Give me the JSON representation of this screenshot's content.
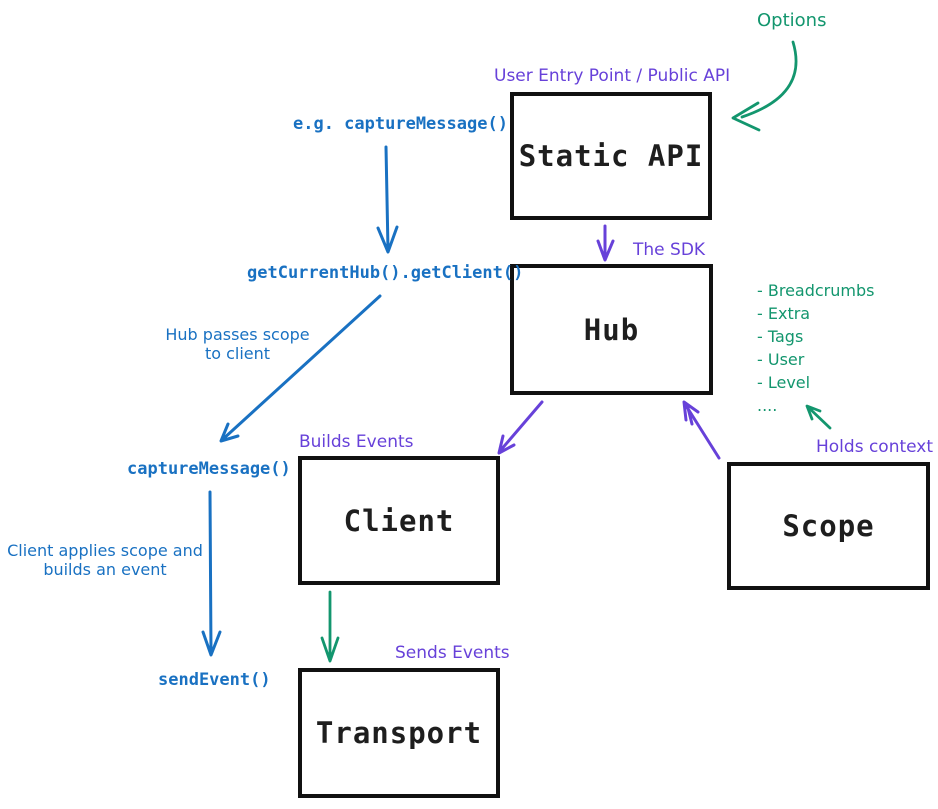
{
  "colors": {
    "blue": "#1971c2",
    "green": "#13966e",
    "purple": "#6741d9",
    "ink": "#111111"
  },
  "boxes": {
    "static_api": "Static API",
    "hub": "Hub",
    "client": "Client",
    "scope": "Scope",
    "transport": "Transport"
  },
  "captions": {
    "options": "Options",
    "user_entry": "User Entry Point / Public API",
    "the_sdk": "The SDK",
    "builds_events": "Builds Events",
    "holds_context": "Holds context",
    "sends_events": "Sends Events"
  },
  "code_labels": {
    "eg_capture": "e.g. captureMessage()",
    "get_client": "getCurrentHub().getClient()",
    "capture_message": "captureMessage()",
    "send_event": "sendEvent()"
  },
  "notes": {
    "hub_passes": [
      "Hub passes scope",
      "to client"
    ],
    "client_applies": [
      "Client applies scope and",
      "builds an event"
    ],
    "scope_list": [
      "- Breadcrumbs",
      "- Extra",
      "- Tags",
      "- User",
      "- Level",
      "...."
    ]
  }
}
